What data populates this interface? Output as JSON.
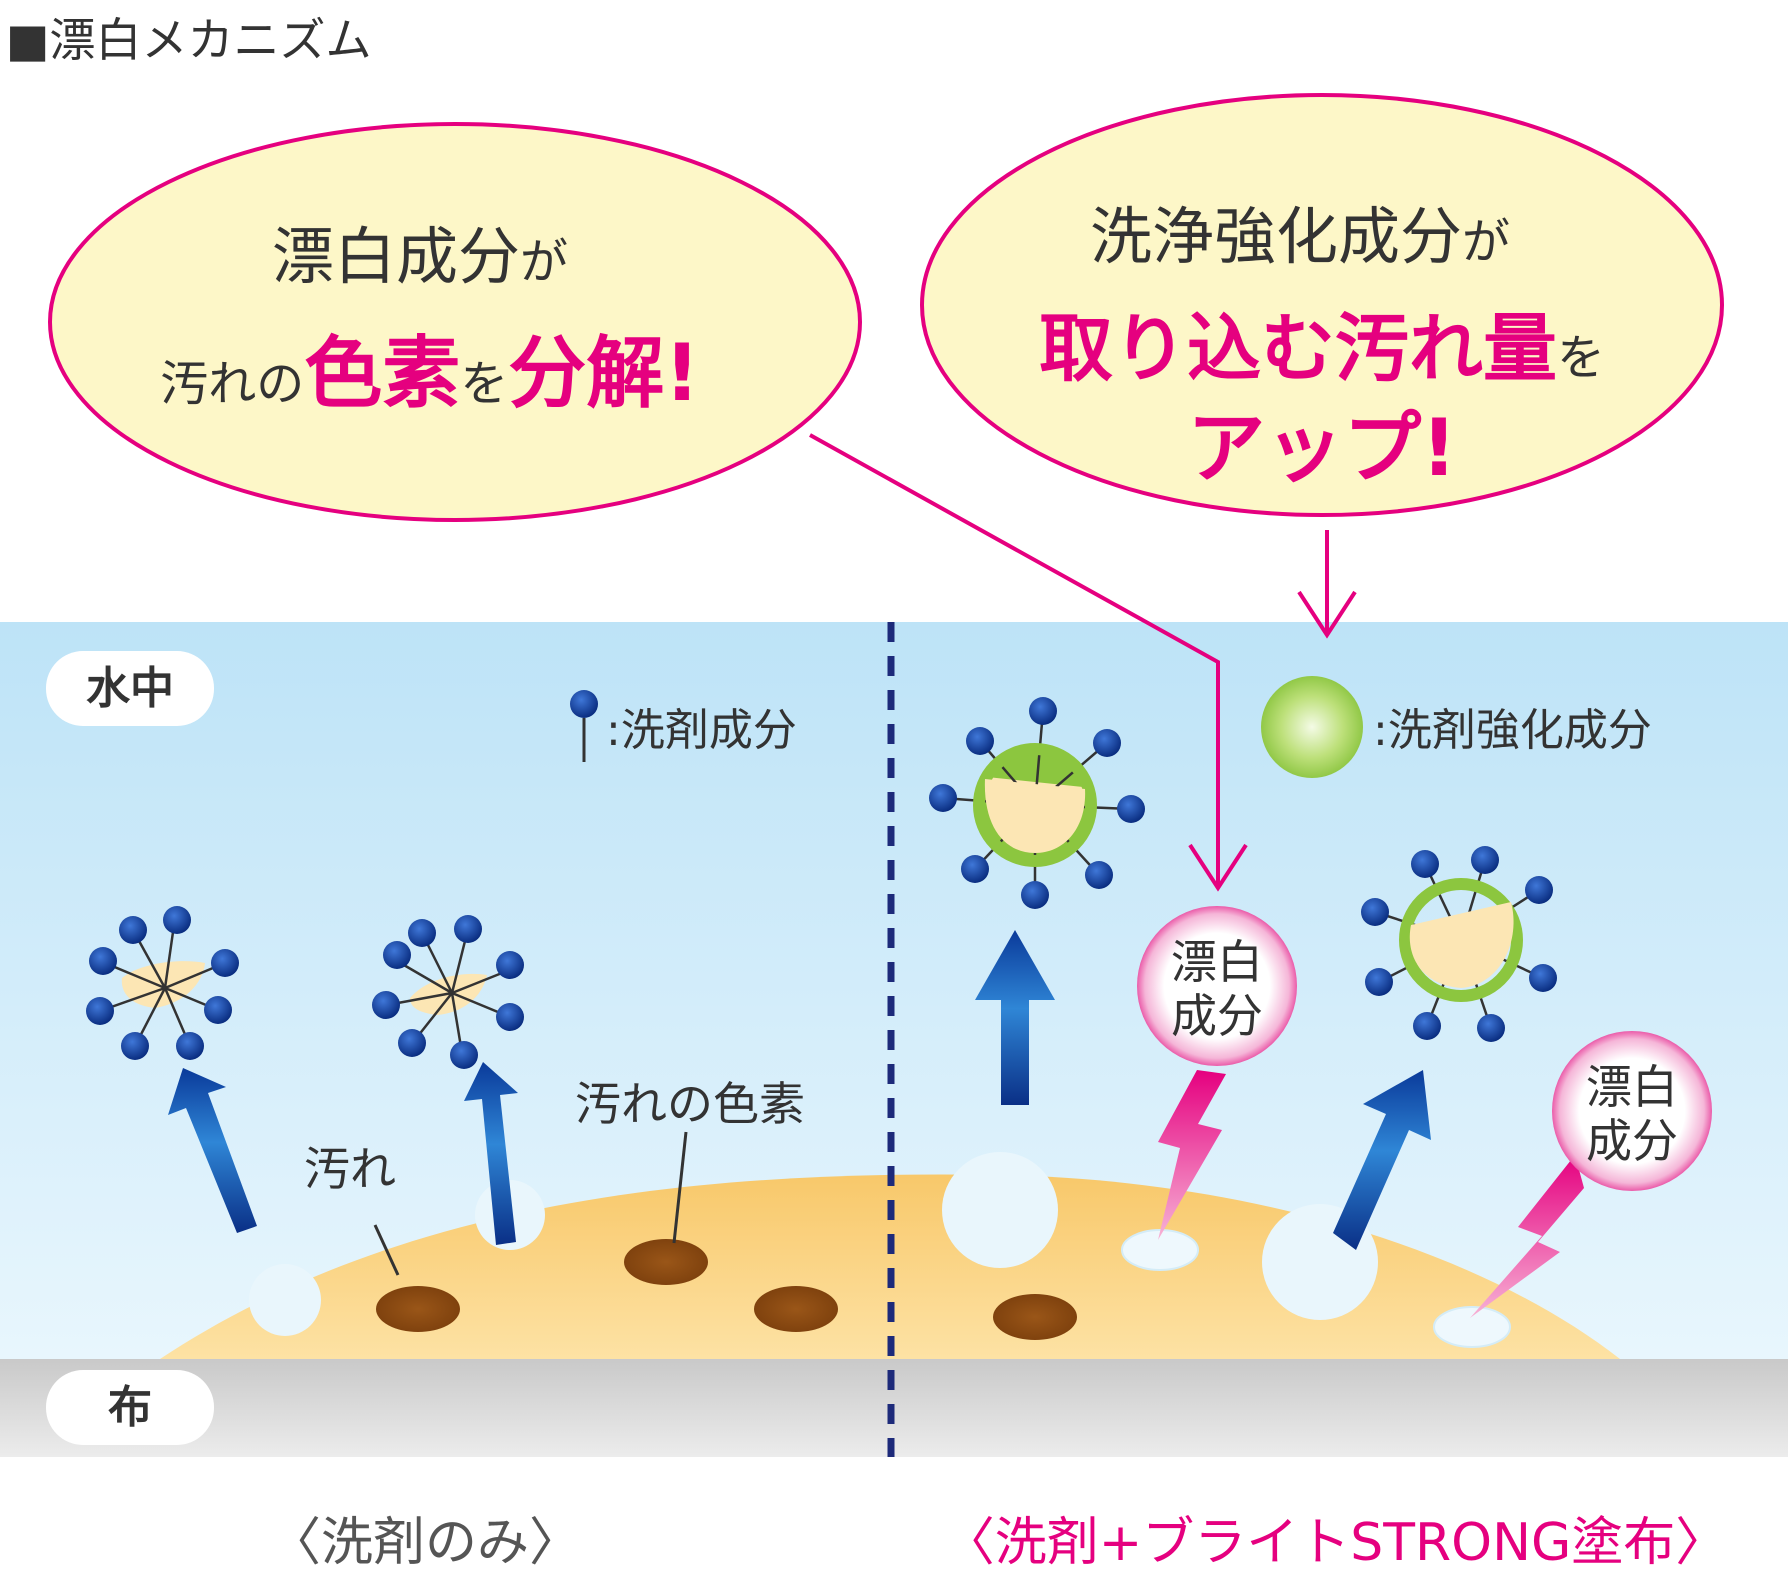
{
  "title": "■漂白メカニズム",
  "bubble_left": {
    "line1_main": "漂白成分",
    "line1_particle": "が",
    "line2_a": "汚れの",
    "line2_highlight1": "色素",
    "line2_b": "を",
    "line2_highlight2": "分解!"
  },
  "bubble_right": {
    "line1_main": "洗浄強化成分",
    "line1_particle": "が",
    "line2_highlight": "取り込む汚れ量",
    "line2_particle": "を",
    "line3_highlight": "アップ!"
  },
  "labels": {
    "water": "水中",
    "cloth": "布",
    "detergent_legend": ":洗剤成分",
    "enhancer_legend": ":洗剤強化成分",
    "stain": "汚れ",
    "stain_pigment": "汚れの色素",
    "bleach_line1": "漂白",
    "bleach_line2": "成分"
  },
  "captions": {
    "left": "〈洗剤のみ〉",
    "right": "〈洗剤+ブライトSTRONG塗布〉"
  },
  "colors": {
    "magenta": "#e5007f",
    "bubble_fill": "#fdf7c8",
    "water_top": "#bfe4f8",
    "water_bottom": "#e6f5fc",
    "cloth": "#d6d6d6",
    "stain": "#f7c96a",
    "pigment": "#8a4a12",
    "molecule_head": "#0b3a9c",
    "enhancer": "#8cc63f",
    "arrow": "#0a3a9a",
    "divider": "#1d2a7a",
    "text": "#333333"
  }
}
